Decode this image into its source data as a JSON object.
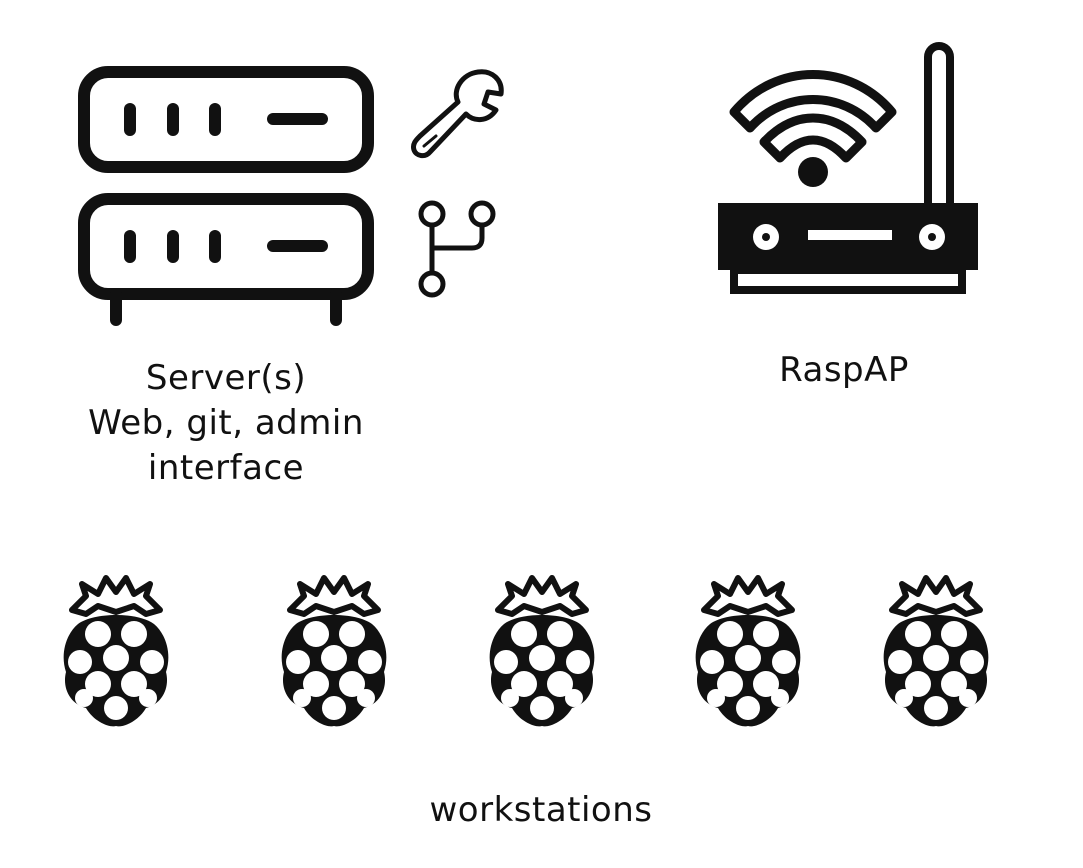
{
  "server": {
    "line1": "Server(s)",
    "line2": "Web, git, admin",
    "line3": "interface",
    "icon": "server-rack-icon"
  },
  "tools": {
    "wrench_icon": "wrench-icon",
    "git_icon": "git-branch-icon"
  },
  "router": {
    "label": "RaspAP",
    "icon": "wifi-router-icon"
  },
  "workstations": {
    "label": "workstations",
    "icon": "raspberry-pi-icon",
    "items": [
      "pi-1",
      "pi-2",
      "pi-3",
      "pi-4",
      "pi-5"
    ]
  },
  "colors": {
    "ink": "#111111",
    "background": "#ffffff"
  }
}
